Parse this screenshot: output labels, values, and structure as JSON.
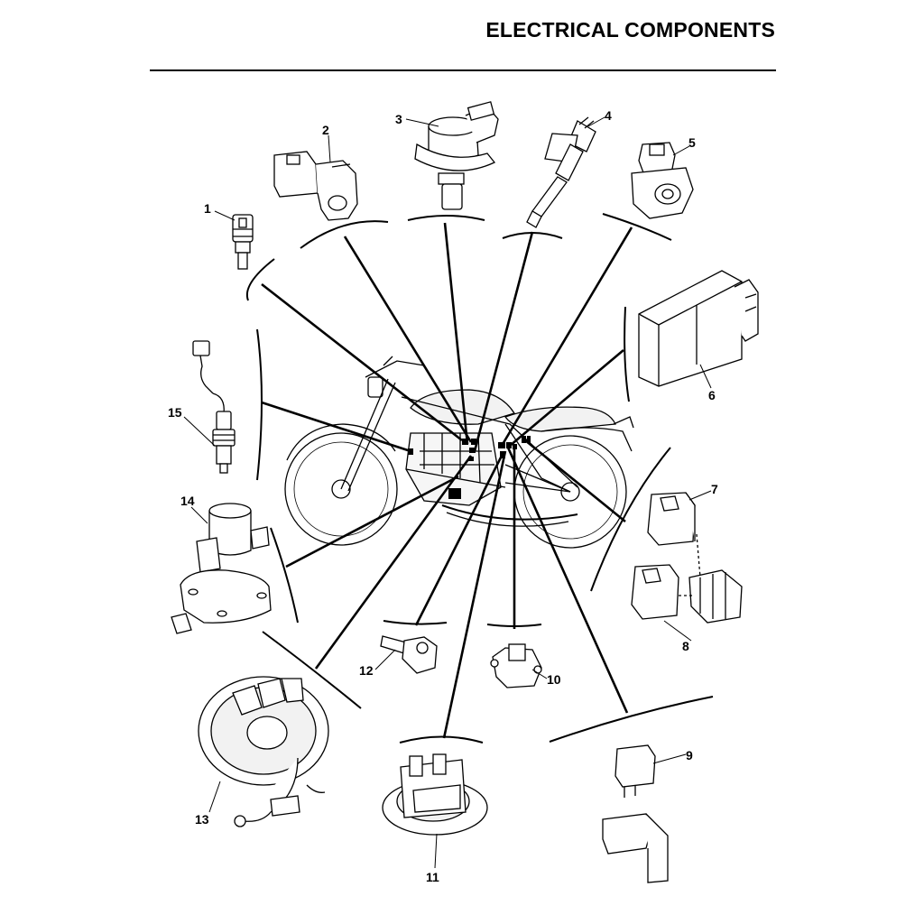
{
  "header": {
    "title": "ELECTRICAL COMPONENTS"
  },
  "colors": {
    "ink": "#000000",
    "paper": "#ffffff",
    "fill": "#f2f2f2"
  },
  "components": [
    {
      "number": "1"
    },
    {
      "number": "2"
    },
    {
      "number": "3"
    },
    {
      "number": "4"
    },
    {
      "number": "5"
    },
    {
      "number": "6"
    },
    {
      "number": "7"
    },
    {
      "number": "8"
    },
    {
      "number": "9"
    },
    {
      "number": "10"
    },
    {
      "number": "11"
    },
    {
      "number": "12"
    },
    {
      "number": "13"
    },
    {
      "number": "14"
    },
    {
      "number": "15"
    }
  ]
}
